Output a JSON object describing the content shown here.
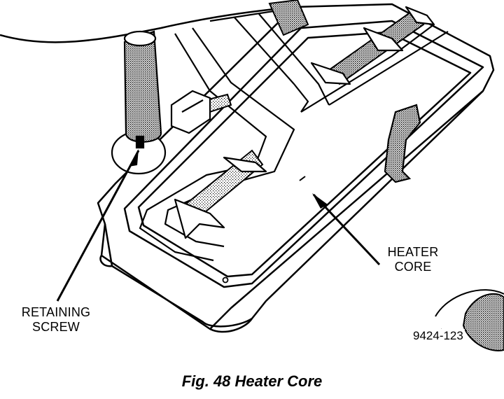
{
  "callouts": {
    "retaining_screw": [
      "RETAINING",
      "SCREW"
    ],
    "heater_core": [
      "HEATER",
      "CORE"
    ]
  },
  "figure_number": "9424-123",
  "caption": "Fig. 48 Heater Core"
}
